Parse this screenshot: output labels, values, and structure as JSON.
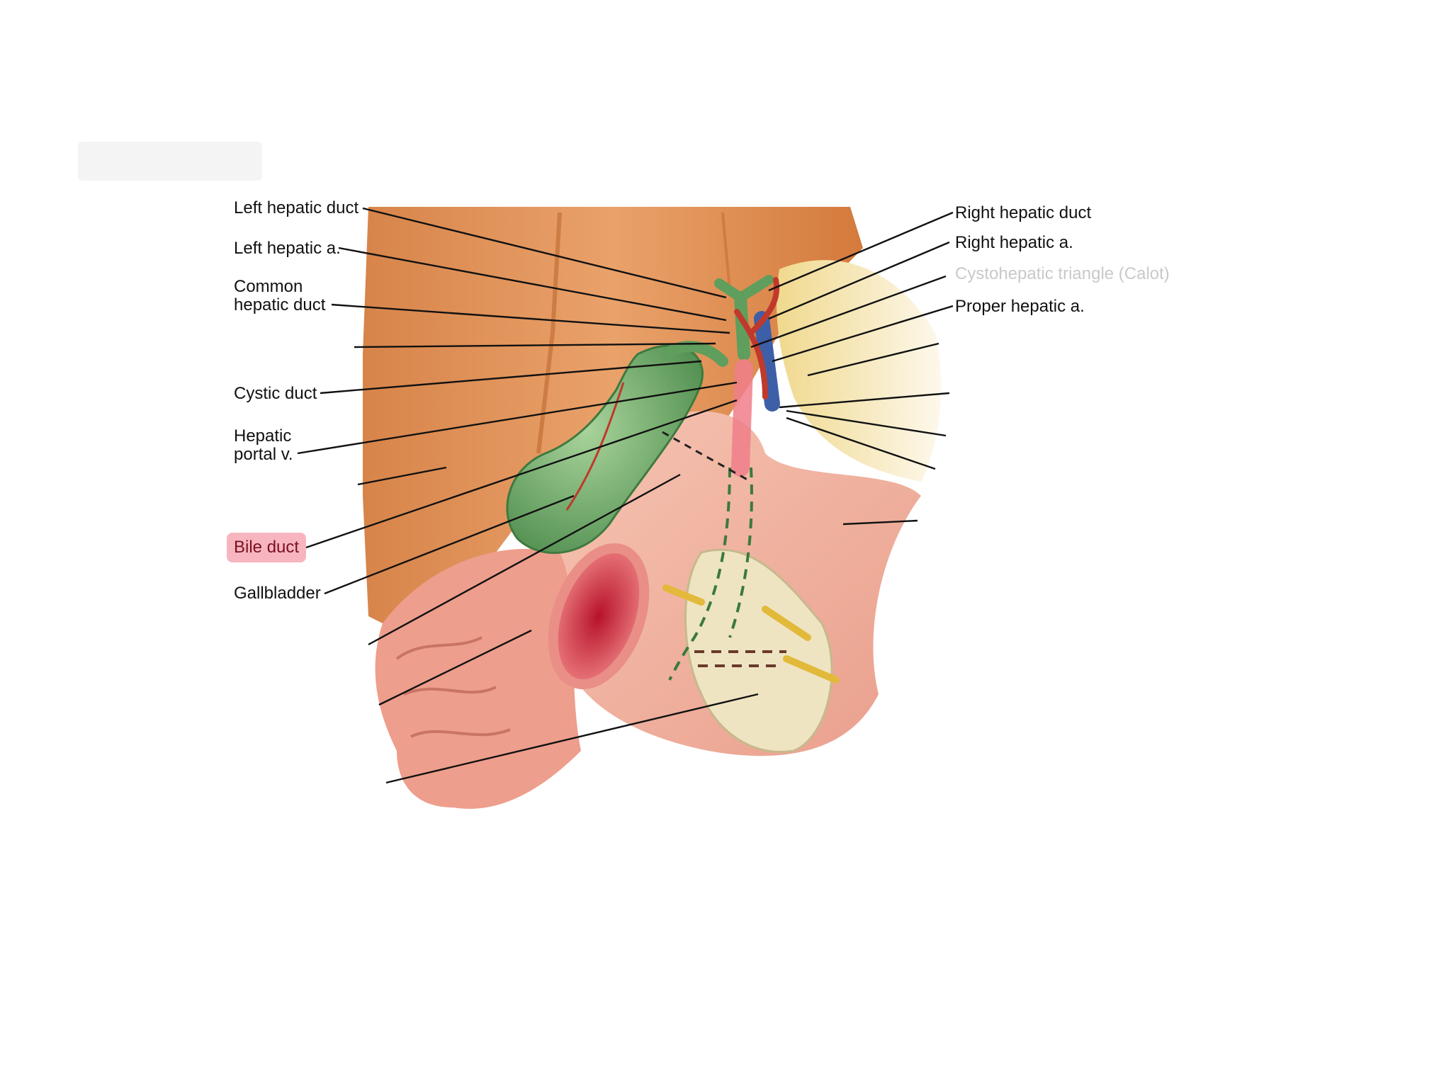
{
  "labels_left": {
    "left_hepatic_duct": "Left hepatic duct",
    "left_hepatic_a": "Left hepatic a.",
    "common_hepatic_duct_line1": "Common",
    "common_hepatic_duct_line2": "hepatic duct",
    "cystic_duct": "Cystic duct",
    "hepatic_portal_v_line1": "Hepatic",
    "hepatic_portal_v_line2": "portal v.",
    "bile_duct": "Bile duct",
    "gallbladder": "Gallbladder"
  },
  "labels_right": {
    "right_hepatic_duct": "Right hepatic duct",
    "right_hepatic_a": "Right hepatic a.",
    "cystohepatic_triangle": "Cystohepatic triangle (Calot)",
    "proper_hepatic_a": "Proper hepatic a."
  },
  "colors": {
    "liver": "#d9884a",
    "bile_tree": "#6fae6a",
    "artery": "#cc2b2b",
    "portal_vein": "#3d5fa8",
    "duodenum": "#f1b7a5",
    "pancreas": "#efe6c8",
    "highlight": "#f2788c"
  }
}
